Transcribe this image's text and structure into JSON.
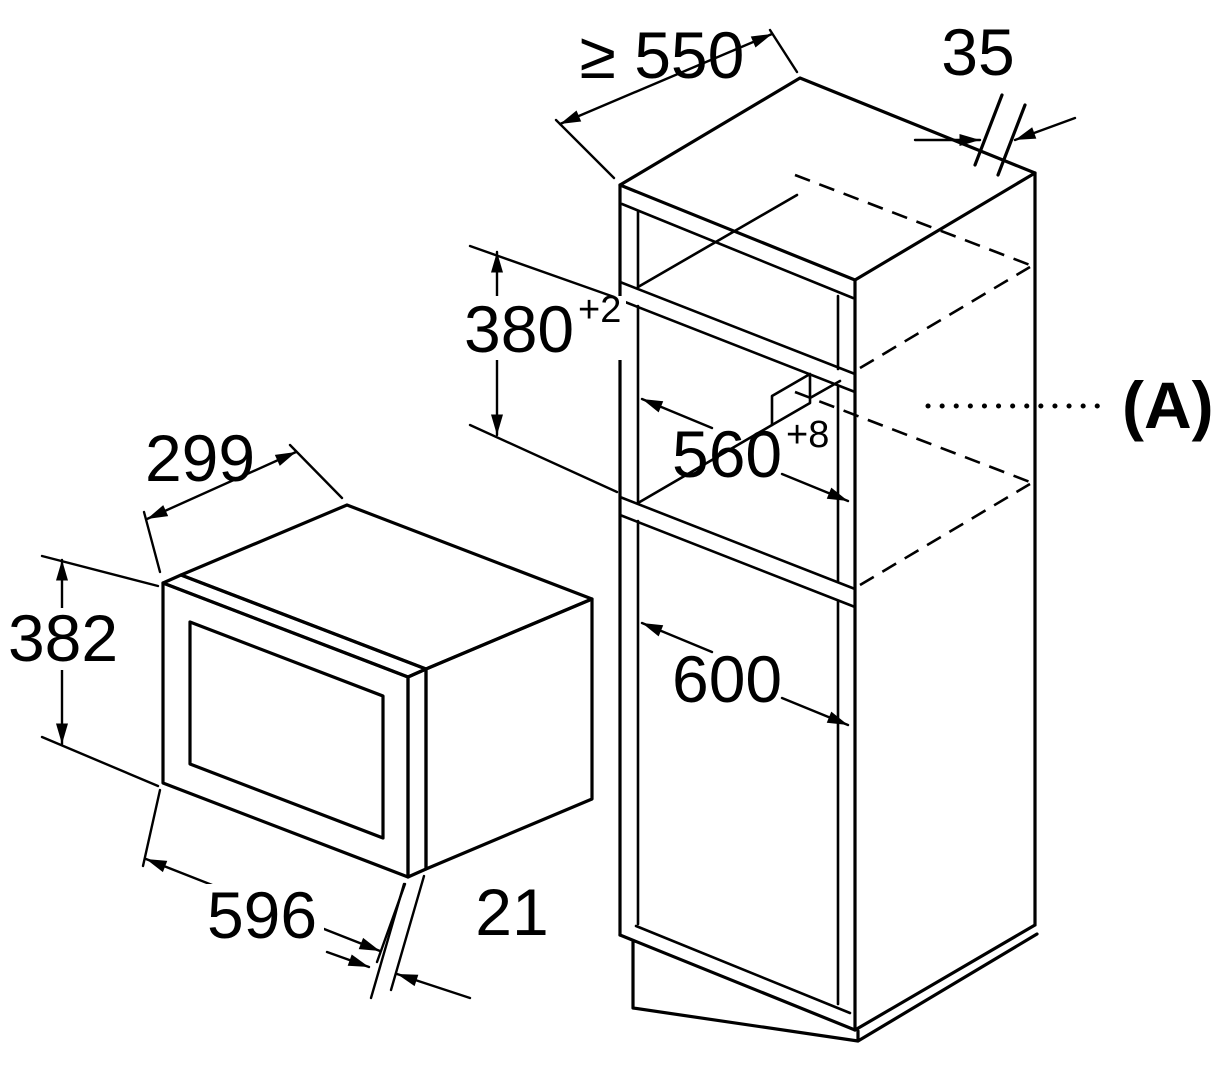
{
  "meta": {
    "background_color": "#ffffff",
    "line_color": "#000000",
    "drawing_type": "built-in microwave installation dimension drawing"
  },
  "appliance": {
    "depth_label": "299",
    "height_label": "382",
    "width_label": "596",
    "frame_label": "21"
  },
  "cabinet": {
    "depth_label": "≥ 550",
    "top_gap_label": "35",
    "niche_height_label": "380",
    "niche_height_sup": "+2",
    "niche_width_label": "560",
    "niche_width_sup": "+8",
    "lower_width_label": "600",
    "section_label": "(A)"
  }
}
